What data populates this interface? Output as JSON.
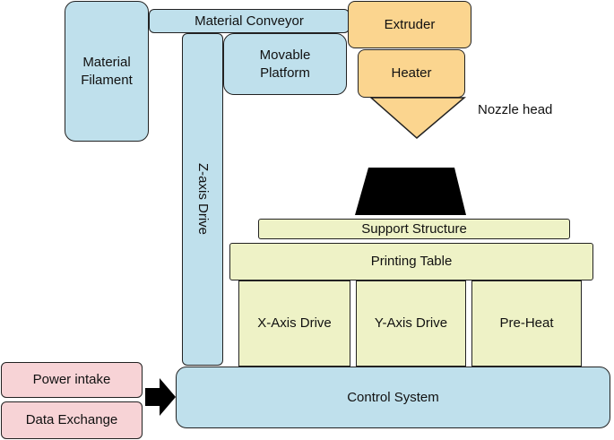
{
  "diagram": {
    "material_conveyor": "Material Conveyor",
    "material_filament_line1": "Material",
    "material_filament_line2": "Filament",
    "movable_platform_line1": "Movable",
    "movable_platform_line2": "Platform",
    "z_axis_drive": "Z-axis Drive",
    "extruder": "Extruder",
    "heater": "Heater",
    "nozzle_head": "Nozzle head",
    "support_structure": "Support Structure",
    "printing_table": "Printing Table",
    "x_axis_drive": "X-Axis Drive",
    "y_axis_drive": "Y-Axis Drive",
    "pre_heat": "Pre-Heat",
    "control_system": "Control System",
    "power_intake": "Power intake",
    "data_exchange": "Data Exchange"
  },
  "colors": {
    "blue": "#bfe0ec",
    "orange": "#fbd58f",
    "green": "#eef2c6",
    "pink": "#f7d3d6",
    "print_object": "#000000"
  }
}
